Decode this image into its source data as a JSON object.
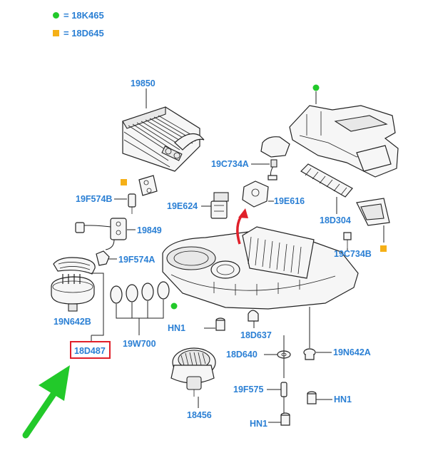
{
  "legend": [
    {
      "marker": "green-dot",
      "color": "#22c92a",
      "text": "= 18K465"
    },
    {
      "marker": "orange-square",
      "color": "#f5b017",
      "text": "= 18D645"
    }
  ],
  "parts": {
    "p19850": "19850",
    "p19C734A": "19C734A",
    "p19E616": "19E616",
    "p19E624": "19E624",
    "p19F574B": "19F574B",
    "p18D304": "18D304",
    "p19849": "19849",
    "p19F574A": "19F574A",
    "p19C734B": "19C734B",
    "p19N642B": "19N642B",
    "p18D487": "18D487",
    "p19W700": "19W700",
    "pHN1a": "HN1",
    "p18D637": "18D637",
    "p18D640": "18D640",
    "p19N642A": "19N642A",
    "p19F575": "19F575",
    "pHN1b": "HN1",
    "p18456": "18456",
    "pHN1c": "HN1"
  },
  "colors": {
    "label": "#2a7fd4",
    "highlight_box": "#e0202a",
    "arrow_green": "#22c92a",
    "arrow_red": "#e0202a"
  }
}
